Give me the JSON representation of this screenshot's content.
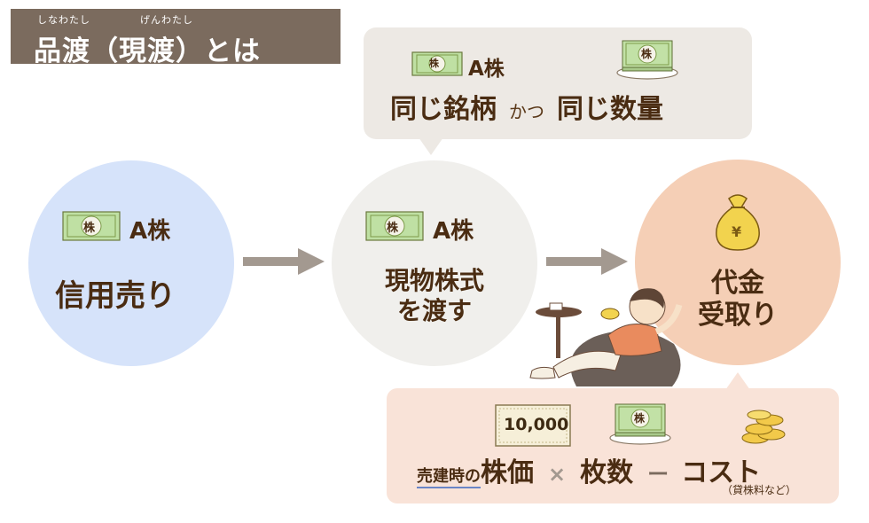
{
  "title": {
    "main": "品渡（現渡）とは",
    "ruby_left": "しなわたし",
    "ruby_right": "げんわたし"
  },
  "circle_left": {
    "stock_label": "A株",
    "text": "信用売り",
    "stock_badge": "株"
  },
  "circle_middle": {
    "stock_label": "A株",
    "text_line1": "現物株式",
    "text_line2": "を渡す",
    "stock_badge": "株"
  },
  "circle_right": {
    "text_line1": "代金",
    "text_line2": "受取り",
    "bag_symbol": "¥"
  },
  "top_bubble": {
    "stock_label": "A株",
    "stock_badge": "株",
    "stack_badge": "株",
    "phrase_1": "同じ銘柄",
    "connector": "かつ",
    "phrase_2": "同じ数量"
  },
  "bottom_bubble": {
    "banknote": "10,000",
    "stack_badge": "株",
    "prefix": "売建時の",
    "term_price": "株価",
    "times": "×",
    "term_count": "枚数",
    "minus": "ー",
    "term_cost": "コスト",
    "cost_note": "（貸株料など）"
  },
  "colors": {
    "title_bg": "#7b6b5e",
    "circle_blue": "#d6e3fa",
    "circle_gray": "#f0efec",
    "circle_orange": "#f5cfb6",
    "bubble_gray": "#ede9e4",
    "bubble_pink": "#f9e3d8",
    "arrow": "#a39990",
    "text_brown": "#4a2c12"
  }
}
